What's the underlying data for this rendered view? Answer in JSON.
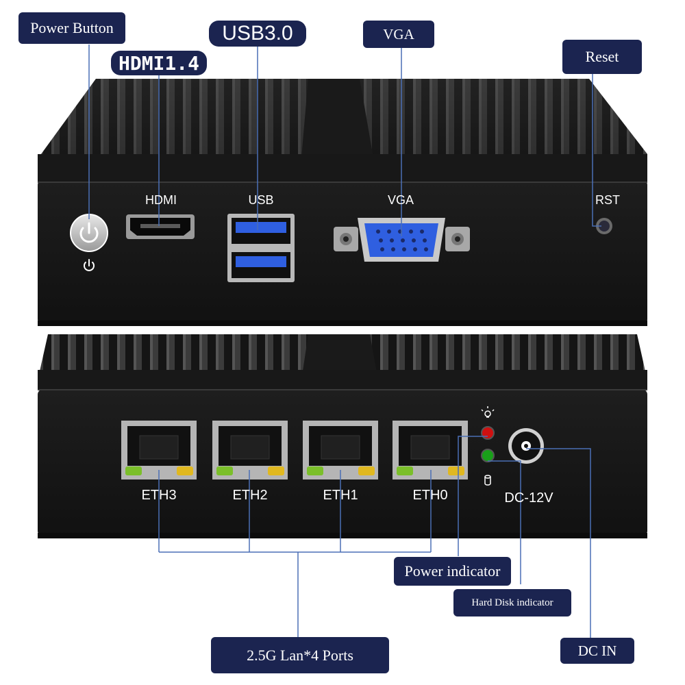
{
  "callouts": {
    "power_button": "Power Button",
    "hdmi": "HDMI1.4",
    "usb": "USB3.0",
    "vga": "VGA",
    "reset": "Reset",
    "power_indicator": "Power indicator",
    "hdd_indicator": "Hard Disk indicator",
    "lan": "2.5G Lan*4 Ports",
    "dc_in": "DC IN"
  },
  "front_labels": {
    "hdmi": "HDMI",
    "usb": "USB",
    "vga": "VGA",
    "rst": "RST"
  },
  "rear_labels": {
    "eth3": "ETH3",
    "eth2": "ETH2",
    "eth1": "ETH1",
    "eth0": "ETH0",
    "dc": "DC-12V"
  },
  "colors": {
    "callout_bg": "#1b2450",
    "leader_line": "#4a6fb5",
    "chassis": "#1c1c1c",
    "port_blue": "#2f5fe0",
    "led_red": "#d01010",
    "led_green": "#19a019"
  },
  "icons": [
    "power-icon",
    "lightbulb-icon",
    "drive-icon"
  ]
}
